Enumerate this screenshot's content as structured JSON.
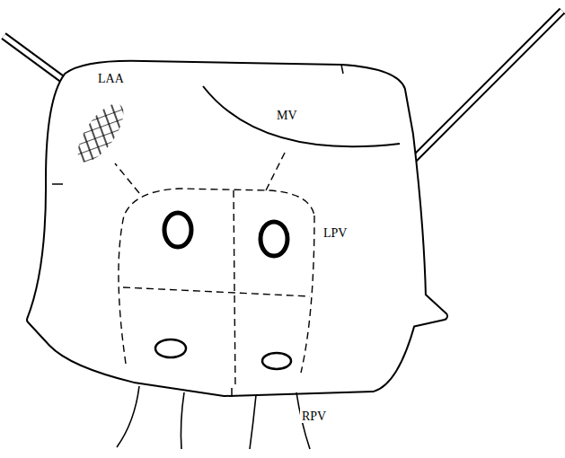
{
  "diagram": {
    "labels": [
      "LAA",
      "MV",
      "LPV",
      "RPV"
    ]
  }
}
